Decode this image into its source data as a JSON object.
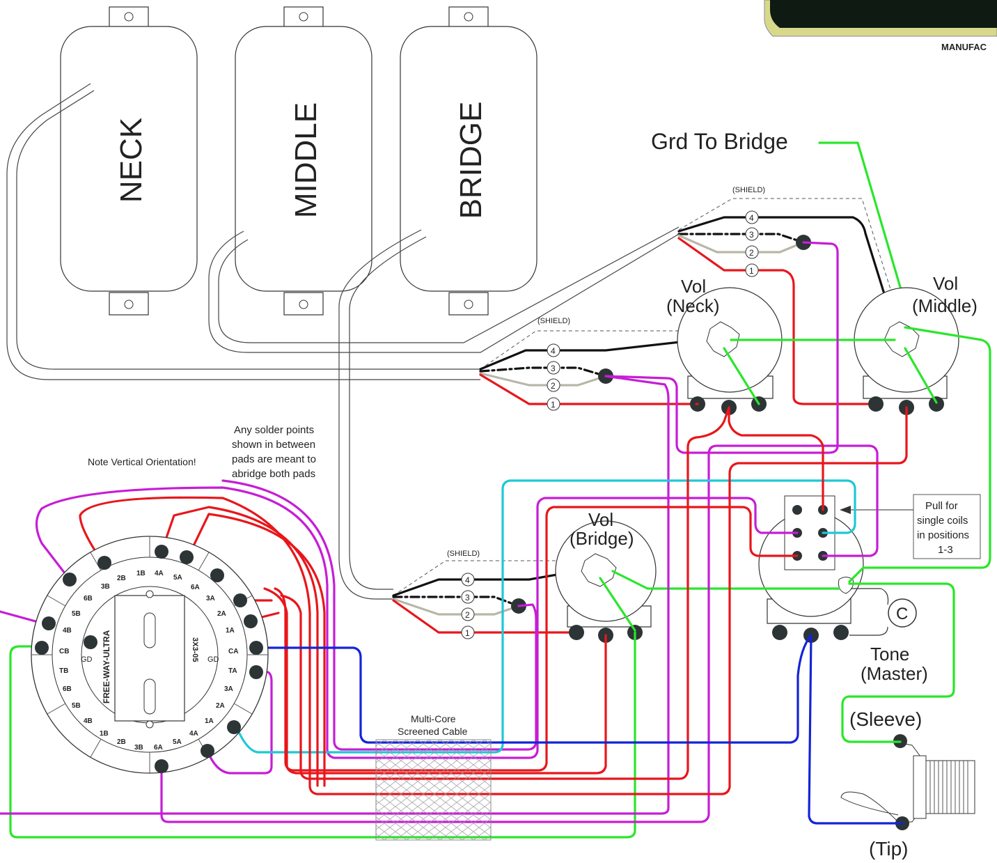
{
  "pickups": [
    {
      "label": "NECK"
    },
    {
      "label": "MIDDLE"
    },
    {
      "label": "BRIDGE"
    }
  ],
  "logo": {
    "text": "MANUFAC"
  },
  "ground_label": "Grd To Bridge",
  "shield_label": "(SHIELD)",
  "wire_numbers": [
    "4",
    "3",
    "2",
    "1"
  ],
  "pots": {
    "neck": {
      "line1": "Vol",
      "line2": "(Neck)"
    },
    "middle": {
      "line1": "Vol",
      "line2": "(Middle)"
    },
    "bridge": {
      "line1": "Vol",
      "line2": "(Bridge)"
    },
    "tone": {
      "line1": "Tone",
      "line2": "(Master)"
    }
  },
  "capacitor_label": "C",
  "jack": {
    "sleeve": "(Sleeve)",
    "tip": "(Tip)"
  },
  "notes": {
    "orientation": "Note Vertical Orientation!",
    "solder": [
      "Any solder points",
      "shown in between",
      "pads are meant to",
      "abridge both pads"
    ],
    "pull": [
      "Pull for",
      "single coils",
      "in positions",
      "1-3"
    ],
    "cable": [
      "Multi-Core",
      "Screened Cable"
    ]
  },
  "switch": {
    "name": "FREE-WAY-ULTRA",
    "model": "3X3-05",
    "left_labels": [
      "3B",
      "6B",
      "5B",
      "4B",
      "CB",
      "TB",
      "6B",
      "5B",
      "4B",
      "1B",
      "2B",
      "3B"
    ],
    "top_labels": [
      "2B",
      "1B",
      "4A",
      "5A",
      "6A",
      "3A",
      "2A",
      "1A"
    ],
    "right_labels": [
      "CA",
      "TA",
      "3A",
      "2A",
      "1A",
      "4A",
      "5A",
      "6A"
    ],
    "gd": "GD"
  },
  "colors": {
    "red": "#e8161b",
    "black": "#111111",
    "green": "#29e62a",
    "magenta": "#c61dd6",
    "cyan": "#1ec8d6",
    "blue": "#1424d6",
    "grey": "#b9b6a8"
  }
}
